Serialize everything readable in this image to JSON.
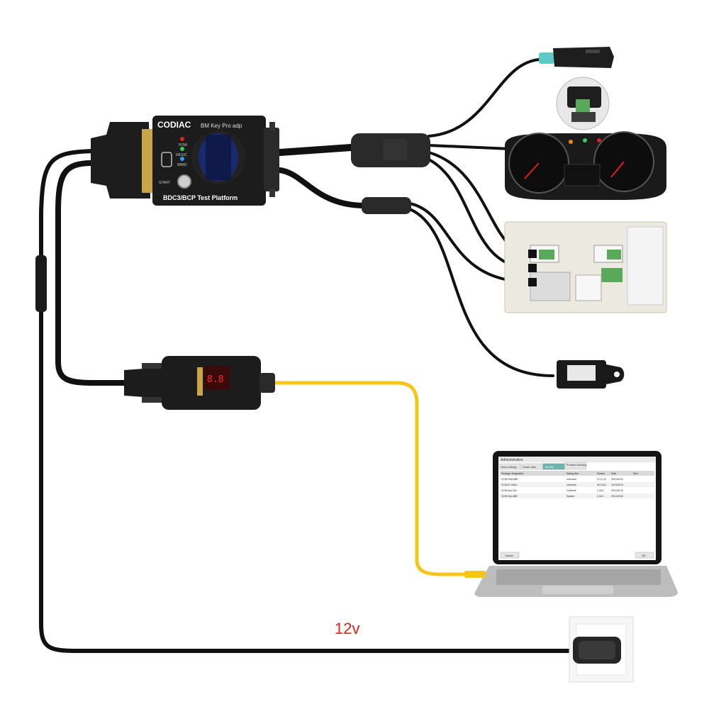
{
  "adapter": {
    "brand": "CODIAC",
    "model": "BM Key Pro adp",
    "platform_label": "BDC3/BCP Test Platform",
    "led_pow": "POW",
    "led_induc": "INDUC",
    "led_immo": "IMMO",
    "start_label": "START"
  },
  "power": {
    "voltage_label": "12v"
  },
  "laptop": {
    "window_title": "Administration",
    "tabs": [
      "Client settings",
      "Dealer data",
      "Access",
      "Problem handling"
    ],
    "columns": [
      "Package designation",
      "Rating Item",
      "Version",
      "Date",
      "Size"
    ],
    "rows": [
      [
        "ICOM-VIM-888",
        "Unknown",
        "12.11.12",
        "29/12/2012",
        ""
      ],
      [
        "ICOM-P-Client",
        "Unknown",
        "46.3.001",
        "11/01/2013",
        ""
      ],
      [
        "ICOM-Ass-Kfz",
        "Contents",
        "2.34.0",
        "29/12/2012",
        ""
      ],
      [
        "ICOM-Sys-888",
        "System",
        "2.34.0",
        "29/12/2012",
        ""
      ]
    ],
    "cancel_label": "Cancel",
    "ok_label": "OK"
  },
  "colors": {
    "cable": "#111111",
    "usb_cable": "#f5c518",
    "voltage_text": "#e0211b",
    "accent_blue": "#1a2a6e"
  }
}
